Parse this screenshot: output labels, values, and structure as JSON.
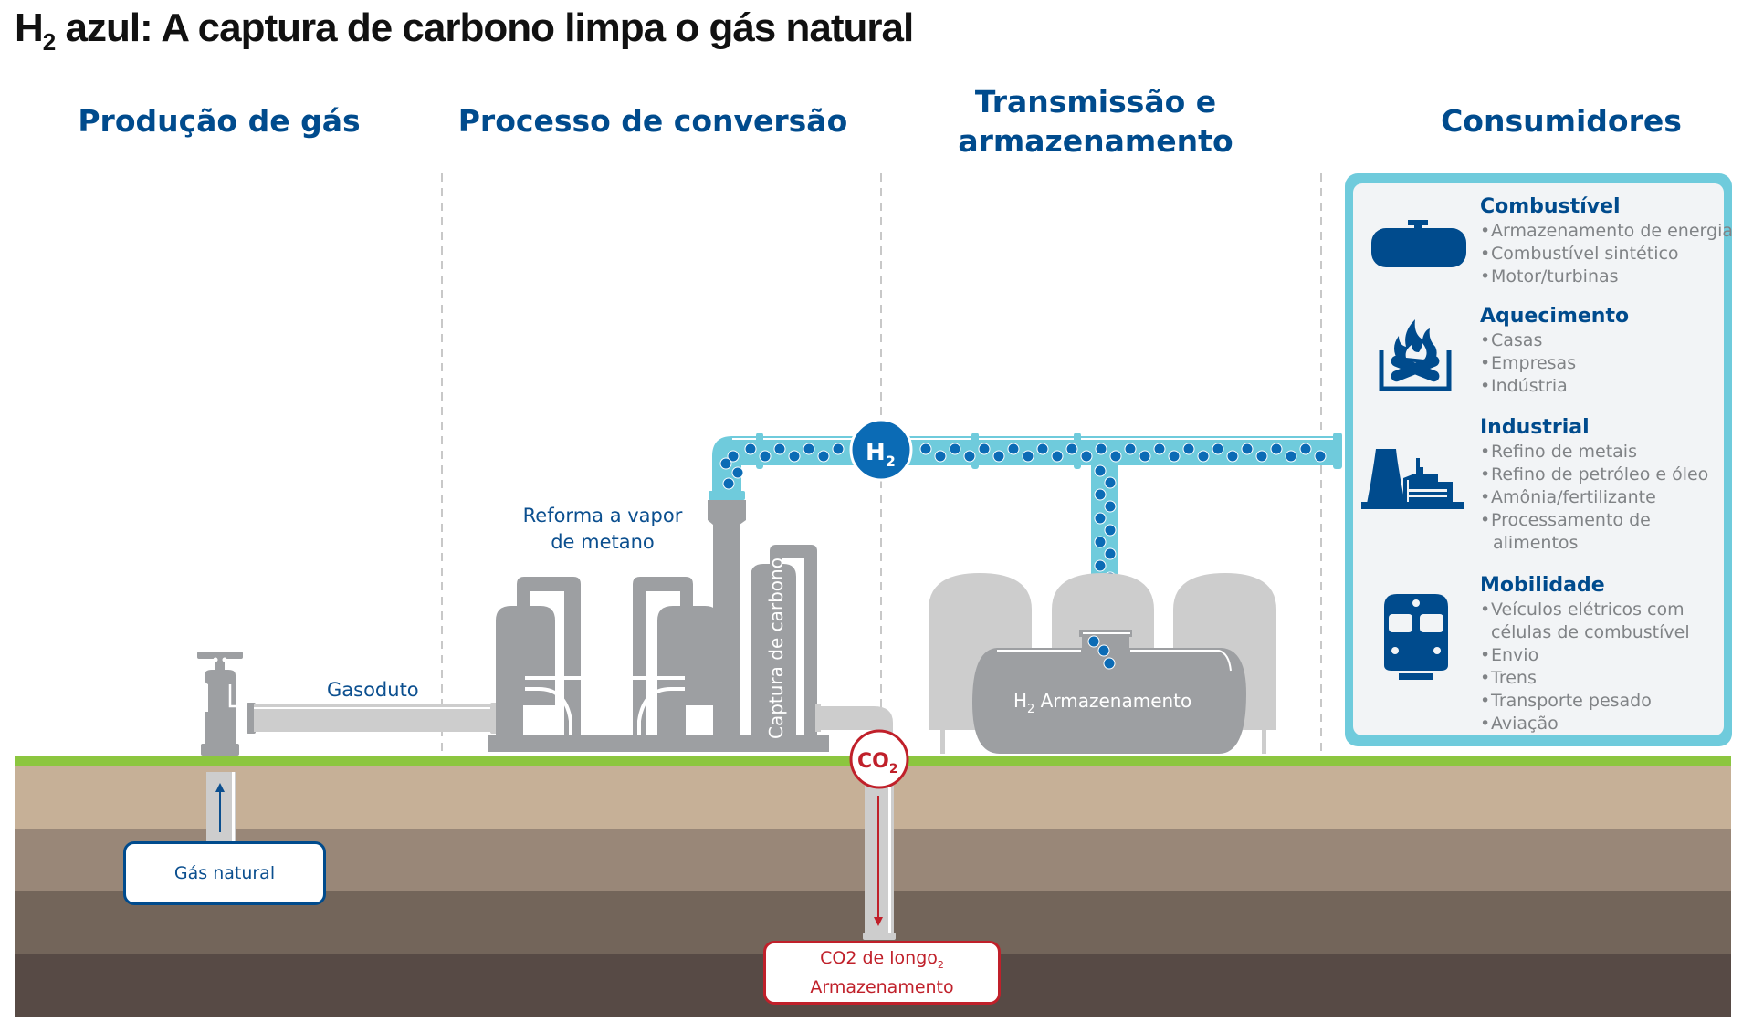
{
  "title": {
    "prefix": "H",
    "subscript": "2",
    "text": " azul: A captura de carbono limpa o gás natural"
  },
  "sections": [
    {
      "id": "producao",
      "lines": [
        "Produção de gás"
      ]
    },
    {
      "id": "conversao",
      "lines": [
        "Processo de conversão"
      ]
    },
    {
      "id": "transmissao",
      "lines": [
        "Transmissão e",
        "armazenamento"
      ]
    },
    {
      "id": "consumidores",
      "lines": [
        "Consumidores"
      ]
    }
  ],
  "labels": {
    "gasoduto": "Gasoduto",
    "reforma_line1": "Reforma a vapor",
    "reforma_line2": "de metano",
    "captura": "Captura de carbono",
    "h2_badge": {
      "main": "H",
      "sub": "2"
    },
    "co2_badge": {
      "main": "CO",
      "sub": "2"
    },
    "h2_storage": {
      "main": "H",
      "sub": "2",
      "rest": " Armazenamento"
    },
    "gas_natural": "Gás natural",
    "co2_storage_line1": "CO2 de longo",
    "co2_storage_sub": "2",
    "co2_storage_line2": "Armazenamento",
    "molecule": "H₂"
  },
  "consumers": [
    {
      "icon": "fuel-tank-icon",
      "title": "Combustível",
      "items": [
        "Armazenamento de energia",
        "Combustível sintético",
        "Motor/turbinas"
      ],
      "continuations": []
    },
    {
      "icon": "fire-icon",
      "title": "Aquecimento",
      "items": [
        "Casas",
        "Empresas",
        "Indústria"
      ],
      "continuations": []
    },
    {
      "icon": "factory-icon",
      "title": "Industrial",
      "items": [
        "Refino de metais",
        "Refino de petróleo e óleo",
        "Amônia/fertilizante",
        "Processamento de"
      ],
      "continuations": [
        "alimentos"
      ]
    },
    {
      "icon": "train-icon",
      "title": "Mobilidade",
      "items": [
        "Veículos elétricos com"
      ],
      "continuations": [
        "células de combustível"
      ],
      "more_items": [
        "Envio",
        "Trens",
        "Transporte pesado",
        "Aviação"
      ]
    }
  ],
  "colors": {
    "brand_blue": "#004b8d",
    "pipe_h2": "#6fcbdc",
    "molecule": "#0b6bb5",
    "co2_red": "#c0202a",
    "equipment_gray": "#9d9fa2",
    "light_gray": "#cdcdcd",
    "grass": "#8cc63f",
    "soil": [
      "#c6b097",
      "#998778",
      "#73655a",
      "#574a45"
    ]
  }
}
